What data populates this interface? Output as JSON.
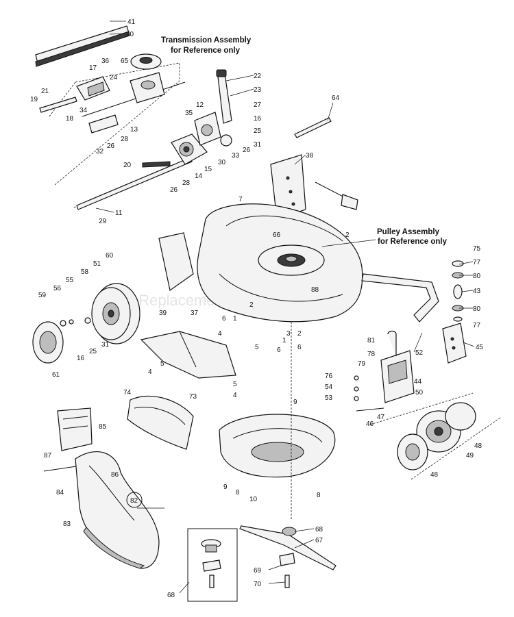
{
  "diagram": {
    "titles": {
      "transmission": [
        "Transmission Assembly",
        "for Reference only"
      ],
      "pulley": [
        "Pulley Assembly",
        "for Reference only"
      ]
    },
    "watermark": "eReplacementParts.com",
    "callouts": [
      {
        "id": "c41",
        "text": "41"
      },
      {
        "id": "c40",
        "text": "40"
      },
      {
        "id": "c36",
        "text": "36"
      },
      {
        "id": "c17",
        "text": "17"
      },
      {
        "id": "c65",
        "text": "65"
      },
      {
        "id": "c24",
        "text": "24"
      },
      {
        "id": "c21",
        "text": "21"
      },
      {
        "id": "c19",
        "text": "19"
      },
      {
        "id": "c34",
        "text": "34"
      },
      {
        "id": "c18",
        "text": "18"
      },
      {
        "id": "c13",
        "text": "13"
      },
      {
        "id": "c28a",
        "text": "28"
      },
      {
        "id": "c26a",
        "text": "26"
      },
      {
        "id": "c32",
        "text": "32"
      },
      {
        "id": "c22",
        "text": "22"
      },
      {
        "id": "c23",
        "text": "23"
      },
      {
        "id": "c12",
        "text": "12"
      },
      {
        "id": "c35",
        "text": "35"
      },
      {
        "id": "c27",
        "text": "27"
      },
      {
        "id": "c16a",
        "text": "16"
      },
      {
        "id": "c25a",
        "text": "25"
      },
      {
        "id": "c26b",
        "text": "26"
      },
      {
        "id": "c31a",
        "text": "31"
      },
      {
        "id": "c33",
        "text": "33"
      },
      {
        "id": "c30",
        "text": "30"
      },
      {
        "id": "c15",
        "text": "15"
      },
      {
        "id": "c14",
        "text": "14"
      },
      {
        "id": "c28b",
        "text": "28"
      },
      {
        "id": "c26c",
        "text": "26"
      },
      {
        "id": "c20",
        "text": "20"
      },
      {
        "id": "c64",
        "text": "64"
      },
      {
        "id": "c38",
        "text": "38"
      },
      {
        "id": "c11",
        "text": "11"
      },
      {
        "id": "c29",
        "text": "29"
      },
      {
        "id": "c7",
        "text": "7"
      },
      {
        "id": "c66",
        "text": "66"
      },
      {
        "id": "c2a",
        "text": "2"
      },
      {
        "id": "c75",
        "text": "75"
      },
      {
        "id": "c77a",
        "text": "77"
      },
      {
        "id": "c80a",
        "text": "80"
      },
      {
        "id": "c43",
        "text": "43"
      },
      {
        "id": "c80b",
        "text": "80"
      },
      {
        "id": "c77b",
        "text": "77"
      },
      {
        "id": "c88",
        "text": "88"
      },
      {
        "id": "c60",
        "text": "60"
      },
      {
        "id": "c51",
        "text": "51"
      },
      {
        "id": "c58",
        "text": "58"
      },
      {
        "id": "c55",
        "text": "55"
      },
      {
        "id": "c56",
        "text": "56"
      },
      {
        "id": "c59",
        "text": "59"
      },
      {
        "id": "c39",
        "text": "39"
      },
      {
        "id": "c37",
        "text": "37"
      },
      {
        "id": "c2b",
        "text": "2"
      },
      {
        "id": "c6a",
        "text": "6"
      },
      {
        "id": "c1",
        "text": "1"
      },
      {
        "id": "c3",
        "text": "3"
      },
      {
        "id": "c2c",
        "text": "2"
      },
      {
        "id": "c6b",
        "text": "6"
      },
      {
        "id": "c4a",
        "text": "4"
      },
      {
        "id": "c5a",
        "text": "5"
      },
      {
        "id": "c1b",
        "text": "1"
      },
      {
        "id": "c6c",
        "text": "6"
      },
      {
        "id": "c31b",
        "text": "31"
      },
      {
        "id": "c25b",
        "text": "25"
      },
      {
        "id": "c16b",
        "text": "16"
      },
      {
        "id": "c61",
        "text": "61"
      },
      {
        "id": "c5b",
        "text": "5"
      },
      {
        "id": "c4b",
        "text": "4"
      },
      {
        "id": "c73",
        "text": "73"
      },
      {
        "id": "c5c",
        "text": "5"
      },
      {
        "id": "c4c",
        "text": "4"
      },
      {
        "id": "c81",
        "text": "81"
      },
      {
        "id": "c52",
        "text": "52"
      },
      {
        "id": "c45",
        "text": "45"
      },
      {
        "id": "c78",
        "text": "78"
      },
      {
        "id": "c79",
        "text": "79"
      },
      {
        "id": "c76",
        "text": "76"
      },
      {
        "id": "c54",
        "text": "54"
      },
      {
        "id": "c53",
        "text": "53"
      },
      {
        "id": "c44",
        "text": "44"
      },
      {
        "id": "c50",
        "text": "50"
      },
      {
        "id": "c47",
        "text": "47"
      },
      {
        "id": "c46",
        "text": "46"
      },
      {
        "id": "c9a",
        "text": "9"
      },
      {
        "id": "c74",
        "text": "74"
      },
      {
        "id": "c85",
        "text": "85"
      },
      {
        "id": "c87",
        "text": "87"
      },
      {
        "id": "c86",
        "text": "86"
      },
      {
        "id": "c84",
        "text": "84"
      },
      {
        "id": "c82",
        "text": "82"
      },
      {
        "id": "c83",
        "text": "83"
      },
      {
        "id": "c9b",
        "text": "9"
      },
      {
        "id": "c8a",
        "text": "8"
      },
      {
        "id": "c10",
        "text": "10"
      },
      {
        "id": "c8b",
        "text": "8"
      },
      {
        "id": "c48a",
        "text": "48"
      },
      {
        "id": "c49",
        "text": "49"
      },
      {
        "id": "c48b",
        "text": "48"
      },
      {
        "id": "c68a",
        "text": "68"
      },
      {
        "id": "c67",
        "text": "67"
      },
      {
        "id": "c69",
        "text": "69"
      },
      {
        "id": "c70",
        "text": "70"
      },
      {
        "id": "c68b",
        "text": "68"
      }
    ]
  }
}
